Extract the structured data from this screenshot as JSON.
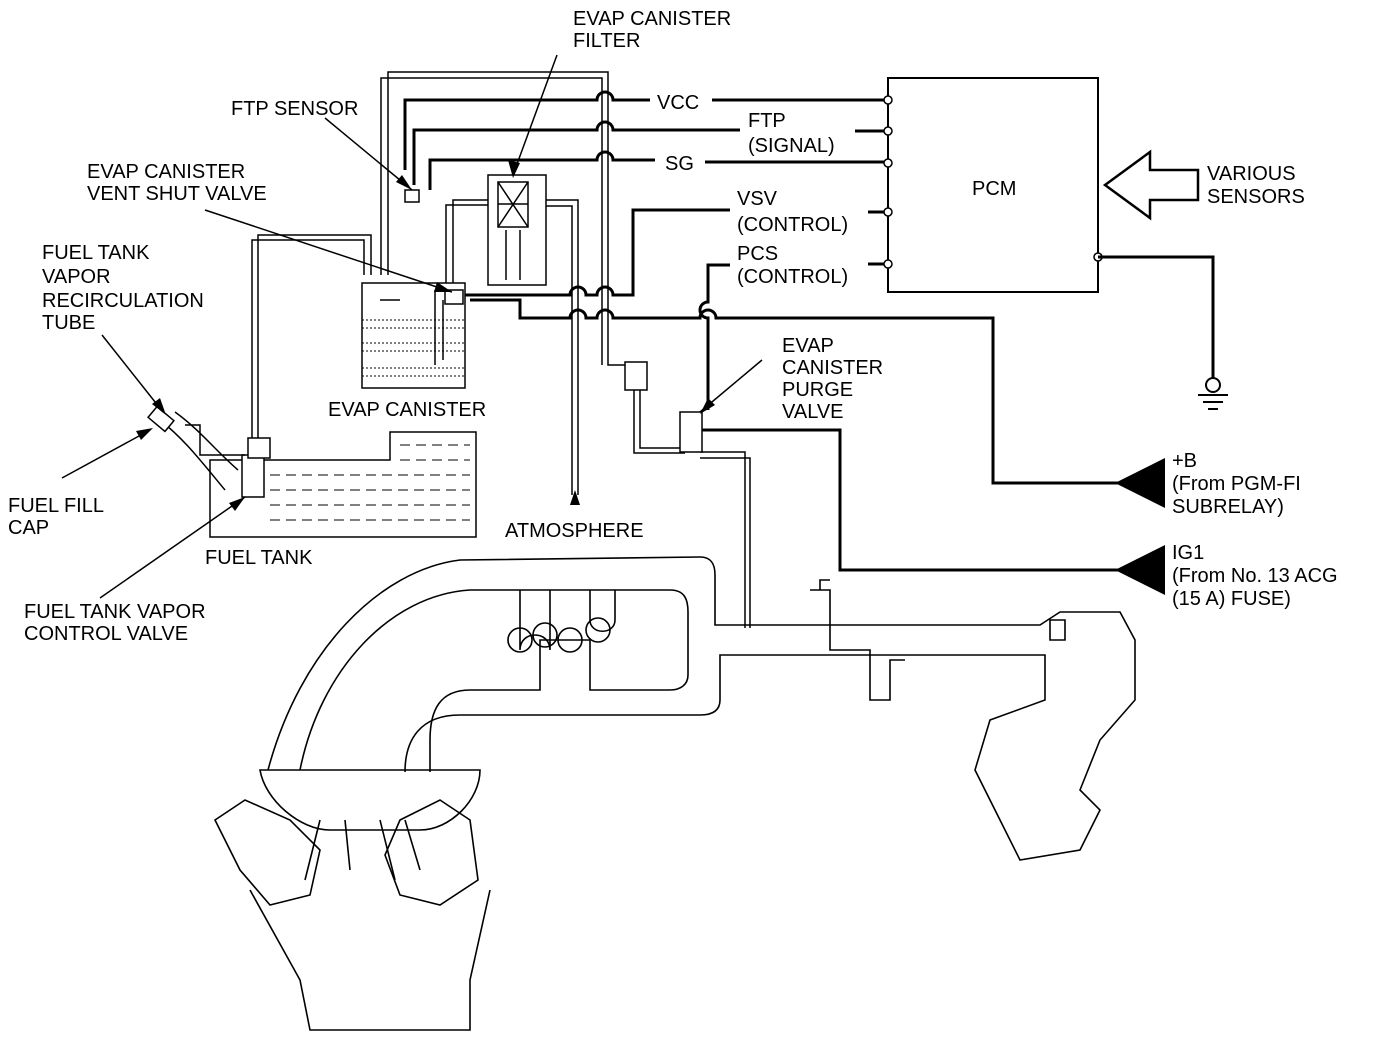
{
  "labels": {
    "evap_canister_filter": [
      "EVAP CANISTER",
      "FILTER"
    ],
    "ftp_sensor": [
      "FTP SENSOR"
    ],
    "vent_shut_valve": [
      "EVAP CANISTER",
      "VENT SHUT VALVE"
    ],
    "recirculation_tube": [
      "FUEL TANK",
      "VAPOR",
      "RECIRCULATION",
      "TUBE"
    ],
    "fuel_fill_cap": [
      "FUEL FILL",
      "CAP"
    ],
    "fuel_tank": [
      "FUEL TANK"
    ],
    "vapor_control_valve": [
      "FUEL TANK VAPOR",
      "CONTROL VALVE"
    ],
    "evap_canister": [
      "EVAP CANISTER"
    ],
    "atmosphere": [
      "ATMOSPHERE"
    ],
    "vcc": [
      "VCC"
    ],
    "ftp_signal": [
      "FTP",
      "(SIGNAL)"
    ],
    "sg": [
      "SG"
    ],
    "vsv_control": [
      "VSV",
      "(CONTROL)"
    ],
    "pcs_control": [
      "PCS",
      "(CONTROL)"
    ],
    "pcm": [
      "PCM"
    ],
    "various_sensors": [
      "VARIOUS",
      "SENSORS"
    ],
    "purge_valve": [
      "EVAP",
      "CANISTER",
      "PURGE",
      "VALVE"
    ],
    "plus_b": [
      "+B",
      "(From PGM-FI",
      "SUBRELAY)"
    ],
    "ig1": [
      "IG1",
      "(From No. 13 ACG",
      "(15 A) FUSE)"
    ]
  }
}
